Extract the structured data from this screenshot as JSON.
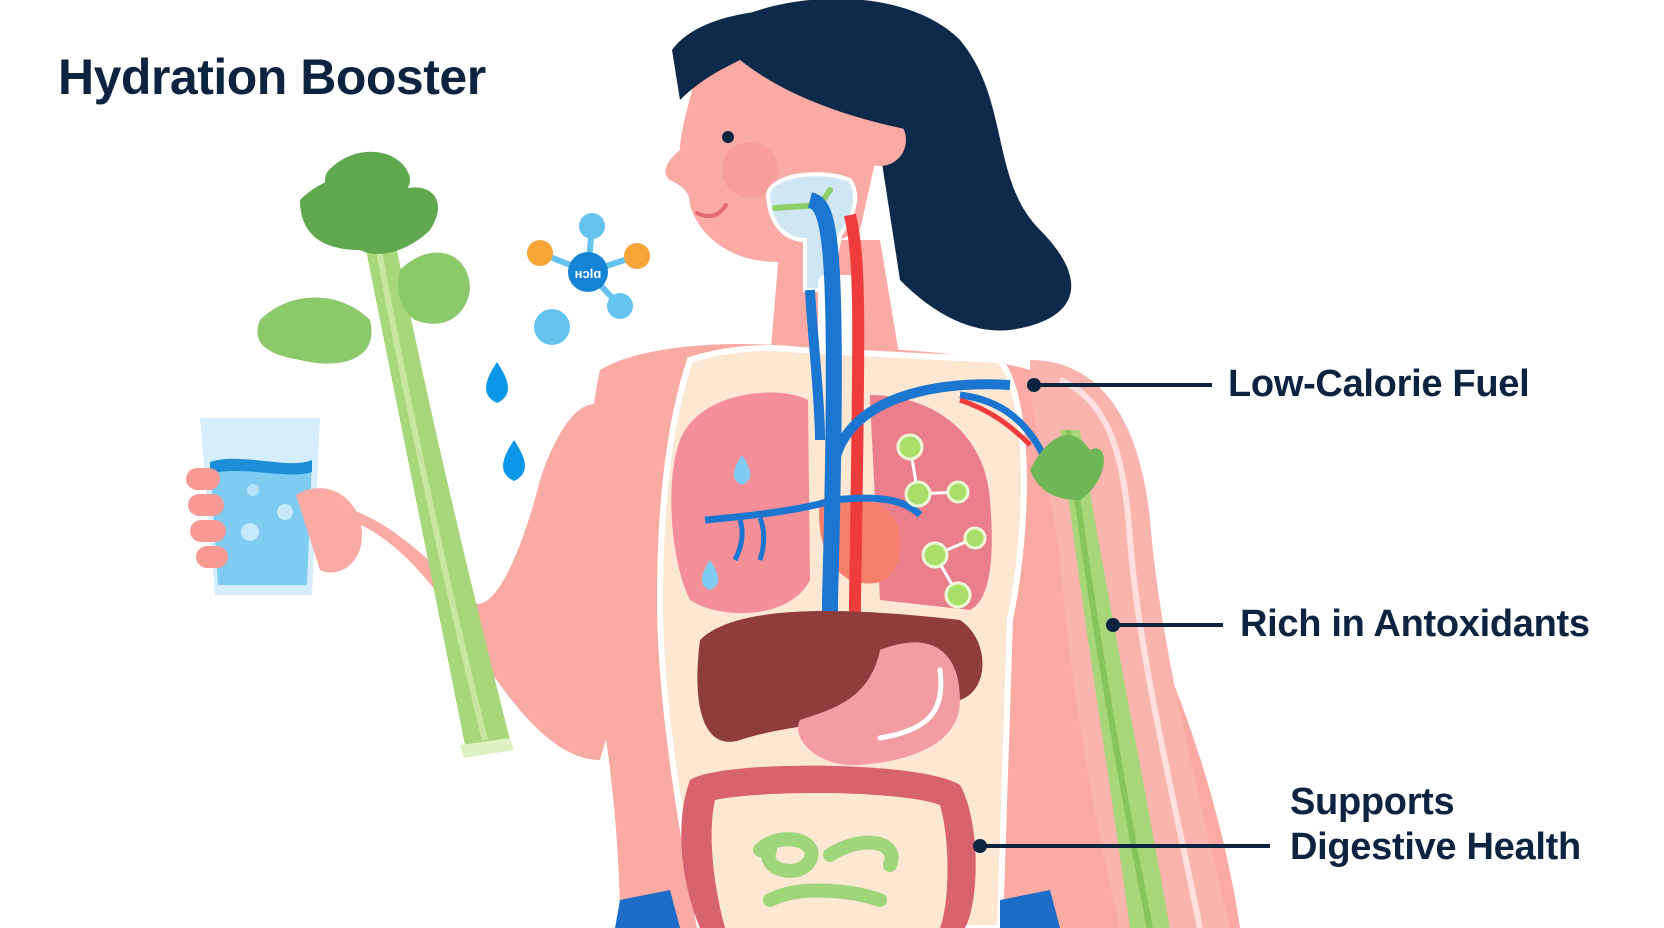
{
  "title": "Hydration Booster",
  "molecule_icon_text": "ʜɔlɑ",
  "callouts": [
    {
      "id": "low-calorie",
      "label": "Low-Calorie Fuel"
    },
    {
      "id": "antioxidants",
      "label": "Rich in Antoxidants"
    },
    {
      "id": "digestive",
      "label_line1": "Supports",
      "label_line2": "Digestive Health"
    }
  ],
  "colors": {
    "text": "#0d2440",
    "hair": "#0d2a4a",
    "skin": "#f9aaa3",
    "skin_light": "#fbc4bf",
    "celery_dark": "#5fa84e",
    "celery_light": "#a8d67a",
    "water": "#7fcbf2",
    "droplet": "#0a97e8",
    "vein": "#1b76d1",
    "artery": "#ee3b3b",
    "liver": "#8e3c3c",
    "stomach": "#f39da3",
    "intestine": "#d7636e",
    "small_intestine": "#9fd67c",
    "lung": "#f48f98",
    "heart": "#f67f6b",
    "molecule_orange": "#f7a536",
    "molecule_blue": "#64c4ef",
    "molecule_center": "#1583d6",
    "pants": "#1d6cc7"
  },
  "icons": [
    "celery-icon",
    "water-glass-icon",
    "water-droplet-icon",
    "molecule-icon",
    "antioxidant-molecule-icon"
  ]
}
